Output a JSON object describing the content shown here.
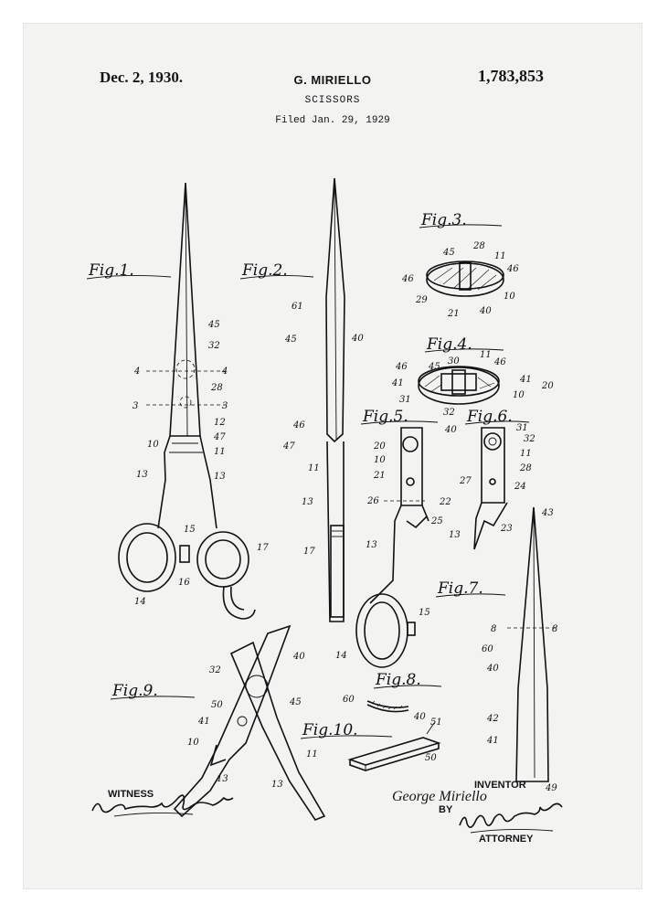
{
  "header": {
    "date": "Dec. 2, 1930.",
    "inventor": "G. MIRIELLO",
    "patent_number": "1,783,853",
    "subject": "SCISSORS",
    "filed": "Filed Jan. 29, 1929"
  },
  "figures": {
    "fig1": "Fig.1.",
    "fig2": "Fig.2.",
    "fig3": "Fig.3.",
    "fig4": "Fig.4.",
    "fig5": "Fig.5.",
    "fig6": "Fig.6.",
    "fig7": "Fig.7.",
    "fig8": "Fig.8.",
    "fig9": "Fig.9.",
    "fig10": "Fig.10."
  },
  "refs": {
    "fig1": [
      "45",
      "32",
      "4",
      "4",
      "28",
      "3",
      "3",
      "12",
      "47",
      "10",
      "11",
      "13",
      "13",
      "15",
      "17",
      "16",
      "14"
    ],
    "fig2": [
      "61",
      "45",
      "40",
      "46",
      "47",
      "11",
      "13",
      "17"
    ],
    "fig3": [
      "45",
      "28",
      "11",
      "46",
      "46",
      "29",
      "21",
      "40",
      "10"
    ],
    "fig4": [
      "45",
      "30",
      "11",
      "46",
      "46",
      "41",
      "41",
      "20",
      "31",
      "32",
      "10",
      "40"
    ],
    "fig5": [
      "20",
      "10",
      "21",
      "26",
      "22",
      "25",
      "13",
      "15",
      "14"
    ],
    "fig6": [
      "31",
      "32",
      "11",
      "28",
      "27",
      "24",
      "13",
      "23"
    ],
    "fig7": [
      "43",
      "8",
      "8",
      "60",
      "40",
      "42",
      "41",
      "49"
    ],
    "fig8": [
      "60",
      "40"
    ],
    "fig9": [
      "32",
      "40",
      "50",
      "41",
      "45",
      "10",
      "11",
      "13",
      "13"
    ],
    "fig10": [
      "51",
      "50"
    ]
  },
  "footer": {
    "witness_label": "WITNESS",
    "witness_signature": "Laurence D. Manfrin",
    "inventor_label": "INVENTOR",
    "inventor_name": "George Miriello",
    "by_label": "BY",
    "attorney_signature": "Munn & Co.",
    "attorney_label": "ATTORNEY"
  }
}
